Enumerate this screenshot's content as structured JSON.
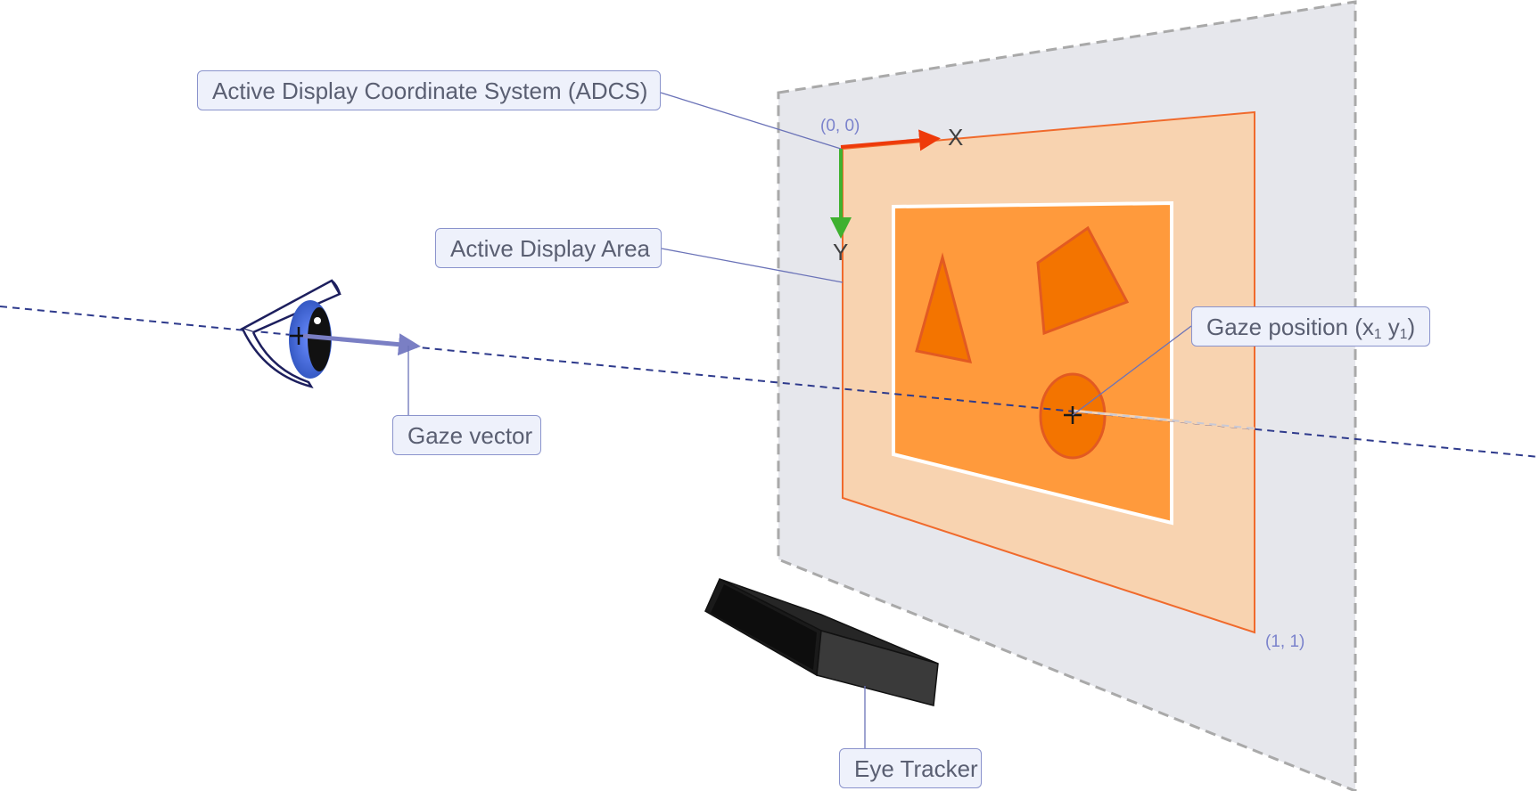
{
  "callouts": {
    "adcs": "Active Display Coordinate System (ADCS)",
    "display_area": "Active Display Area",
    "gaze_position": "Gaze position (x",
    "gaze_position_sub1": "1",
    "gaze_position_mid": " y",
    "gaze_position_sub2": "1",
    "gaze_position_end": ")",
    "gaze_vector": "Gaze vector",
    "eye_tracker": "Eye Tracker"
  },
  "coordinates": {
    "origin": "(0, 0)",
    "corner": "(1, 1)"
  },
  "axes": {
    "x": "X",
    "y": "Y"
  },
  "colors": {
    "outer_plane": "#e6e7ec",
    "display_area": "#f8d3b0",
    "display_border": "#f06a2c",
    "screen": "#ff9a3c",
    "shapes": "#f37400",
    "x_axis": "#ee3a0a",
    "y_axis": "#3fb130",
    "gaze_line": "#2e3a8c",
    "gaze_vector": "#7a7fc4",
    "leader_line": "#6b73b8",
    "callout_bg": "#eef1fb"
  },
  "icons": [
    "eye-icon",
    "eye-tracker-device"
  ]
}
